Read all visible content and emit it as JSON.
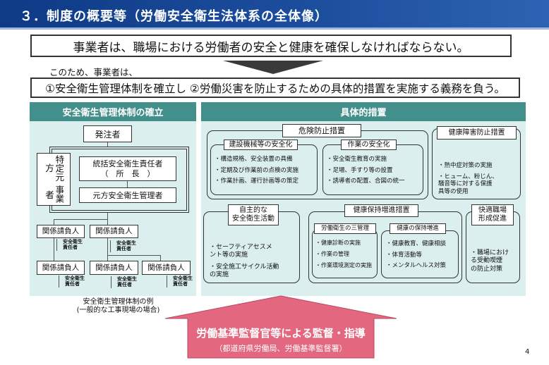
{
  "header": {
    "title": "３．制度の概要等（労働安全衛生法体系の全体像）"
  },
  "principle": "事業者は、職場における労働者の安全と健康を確保しなければならない。",
  "intro": "このため、事業者は、",
  "duties": "①安全衛生管理体制を確立し ②労働災害を防止するための具体的措置を実施する義務を負う。",
  "left": {
    "title": "安全衛生管理体制の確立",
    "orderer": "発注者",
    "prime_col1": "特定元方",
    "prime_col2": "事業者",
    "general_manager": "統括安全衛生責任者",
    "general_manager_sub": "（　所　長　）",
    "prime_manager": "元方安全衛生管理者",
    "subcontractor": "関係請負人",
    "sub_officer_1": "安全衛生",
    "sub_officer_2": "責任者",
    "caption_1": "安全衛生管理体制の例",
    "caption_2": "(一般的な工事現場の場合)"
  },
  "right": {
    "title": "具体的措置",
    "danger": {
      "title": "危険防止措置",
      "machines": {
        "title": "建設機械等の安全化",
        "items": [
          "・構造規格、安全装置の具備",
          "・定期及び作業前の点検の実施",
          "・作業計画、運行計画等の策定"
        ]
      },
      "work": {
        "title": "作業の安全化",
        "items": [
          "・安全衛生教育の実施",
          "・足場、手すり等の設置",
          "・誘導者の配置、合図の統一"
        ]
      }
    },
    "health_hazard": {
      "title": "健康障害防止措置",
      "items": [
        "・熱中症対策の実施",
        "・ヒューム、粉じん、\n騒音等に対する保護\n具等の使用"
      ]
    },
    "voluntary": {
      "title": "自主的な\n安全衛生活動",
      "items": [
        "・セーフティアセスメ\nント等の実施",
        "・安全施工サイクル活動\nの実施"
      ]
    },
    "health_promo": {
      "title": "健康保持増進措置",
      "three": {
        "title": "労働衛生の三管理",
        "items": [
          "・健康診断の実施",
          "・作業の管理",
          "・作業環境測定の実施"
        ]
      },
      "promo": {
        "title": "健康の保持増進",
        "items": [
          "・健康教育、健康相談",
          "・体育活動等",
          "・メンタルヘルス対策"
        ]
      }
    },
    "comfort": {
      "title": "快適職場\n形成促進",
      "items": [
        "・職場におけ\nる受動喫煙\nの防止対策"
      ]
    }
  },
  "bottom": {
    "title": "労働基準監督官等による監督・指導",
    "sub": "（都道府県労働局、労働基準監督署）"
  },
  "page_number": "4",
  "colors": {
    "header": "#0e3a86",
    "teal": "#438f8c",
    "panel": "#dcefef",
    "pink": "#e2677f"
  }
}
